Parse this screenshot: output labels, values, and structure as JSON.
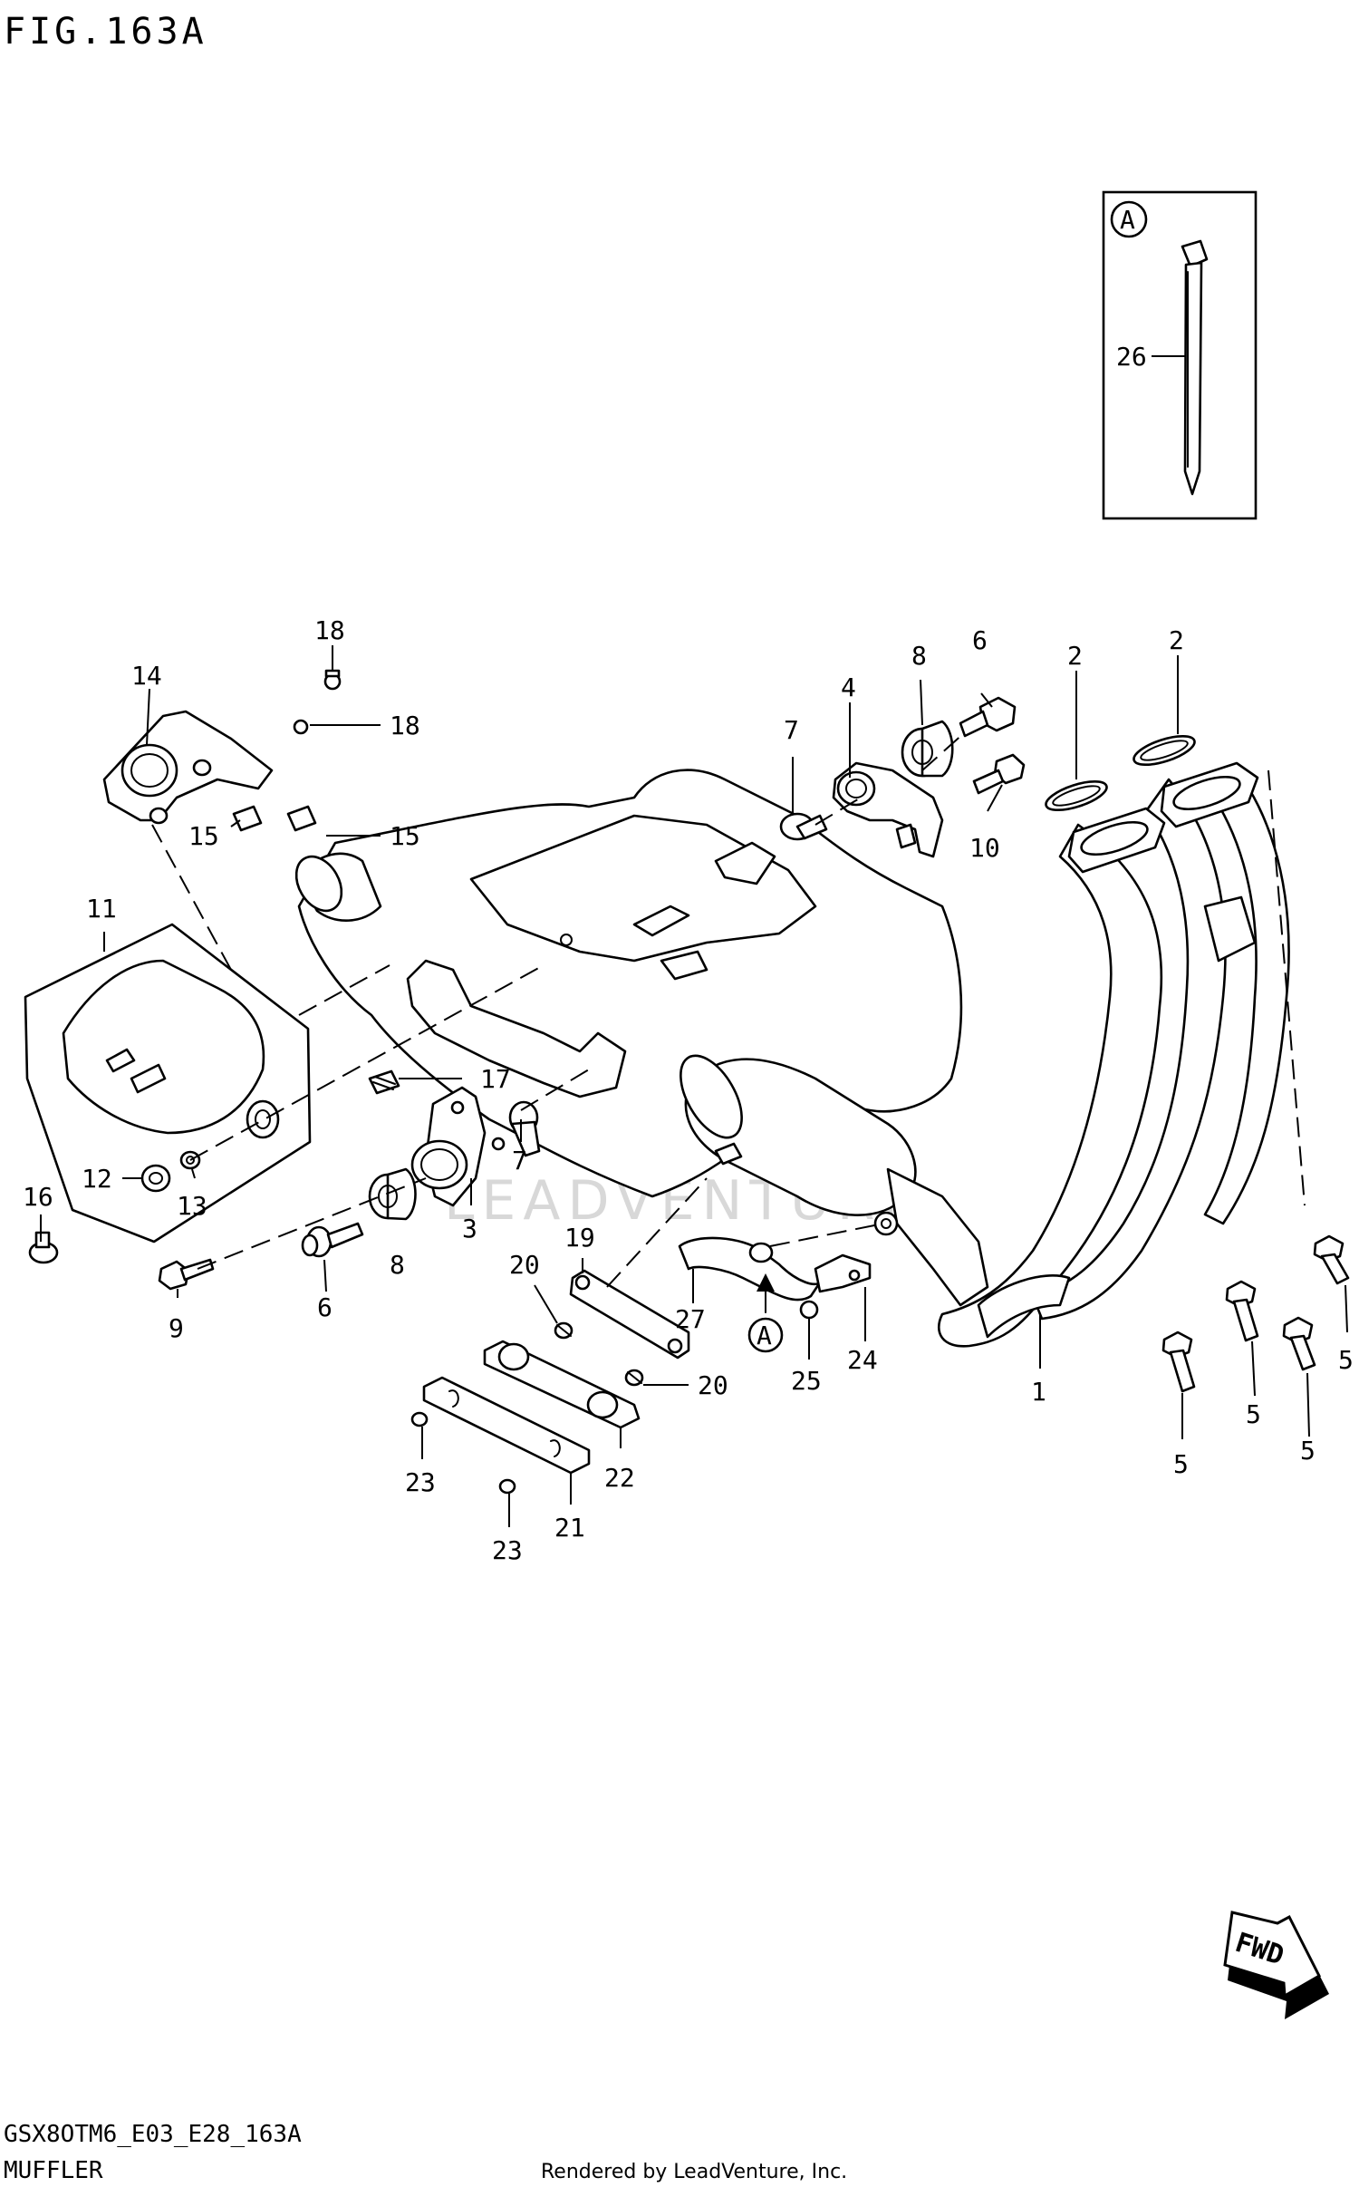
{
  "figure": {
    "title": "FIG.163A",
    "inset_letter": "A",
    "flow_label": "FWD"
  },
  "footer": {
    "code": "GSX8OTM6_E03_E28_163A",
    "name": "MUFFLER",
    "credit": "Rendered by LeadVenture, Inc."
  },
  "watermark": "LEADVENTURE",
  "callouts": [
    {
      "id": "c1",
      "label": "1"
    },
    {
      "id": "c2a",
      "label": "2"
    },
    {
      "id": "c2b",
      "label": "2"
    },
    {
      "id": "c3",
      "label": "3"
    },
    {
      "id": "c4",
      "label": "4"
    },
    {
      "id": "c5a",
      "label": "5"
    },
    {
      "id": "c5b",
      "label": "5"
    },
    {
      "id": "c5c",
      "label": "5"
    },
    {
      "id": "c5d",
      "label": "5"
    },
    {
      "id": "c6a",
      "label": "6"
    },
    {
      "id": "c6b",
      "label": "6"
    },
    {
      "id": "c7a",
      "label": "7"
    },
    {
      "id": "c7b",
      "label": "7"
    },
    {
      "id": "c8a",
      "label": "8"
    },
    {
      "id": "c8b",
      "label": "8"
    },
    {
      "id": "c9",
      "label": "9"
    },
    {
      "id": "c10",
      "label": "10"
    },
    {
      "id": "c11",
      "label": "11"
    },
    {
      "id": "c12",
      "label": "12"
    },
    {
      "id": "c13",
      "label": "13"
    },
    {
      "id": "c14",
      "label": "14"
    },
    {
      "id": "c15a",
      "label": "15"
    },
    {
      "id": "c15b",
      "label": "15"
    },
    {
      "id": "c16",
      "label": "16"
    },
    {
      "id": "c17",
      "label": "17"
    },
    {
      "id": "c18a",
      "label": "18"
    },
    {
      "id": "c18b",
      "label": "18"
    },
    {
      "id": "c19",
      "label": "19"
    },
    {
      "id": "c20a",
      "label": "20"
    },
    {
      "id": "c20b",
      "label": "20"
    },
    {
      "id": "c21",
      "label": "21"
    },
    {
      "id": "c22",
      "label": "22"
    },
    {
      "id": "c23a",
      "label": "23"
    },
    {
      "id": "c23b",
      "label": "23"
    },
    {
      "id": "c24",
      "label": "24"
    },
    {
      "id": "c25",
      "label": "25"
    },
    {
      "id": "c26",
      "label": "26"
    },
    {
      "id": "c27",
      "label": "27"
    },
    {
      "id": "cA",
      "label": "A"
    }
  ]
}
